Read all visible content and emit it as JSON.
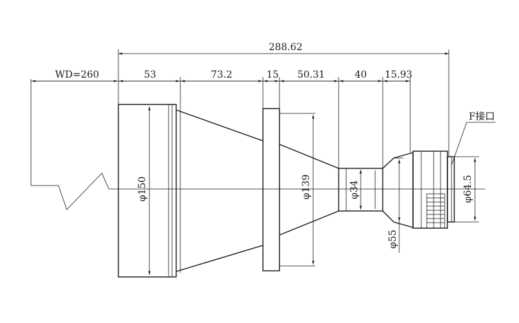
{
  "drawing": {
    "overall_length": "288.62",
    "segments": {
      "wd": "WD=260",
      "s1": "53",
      "s2": "73.2",
      "s3": "15",
      "s4": "50.31",
      "s5": "40",
      "s6": "15.93"
    },
    "diameters": {
      "d150": "φ150",
      "d139": "φ139",
      "d34": "φ34",
      "d55": "φ55",
      "d64": "φ64.5"
    },
    "mount_label": "F接口"
  },
  "colors": {
    "line": "#1a1a1a",
    "background": "#ffffff"
  }
}
